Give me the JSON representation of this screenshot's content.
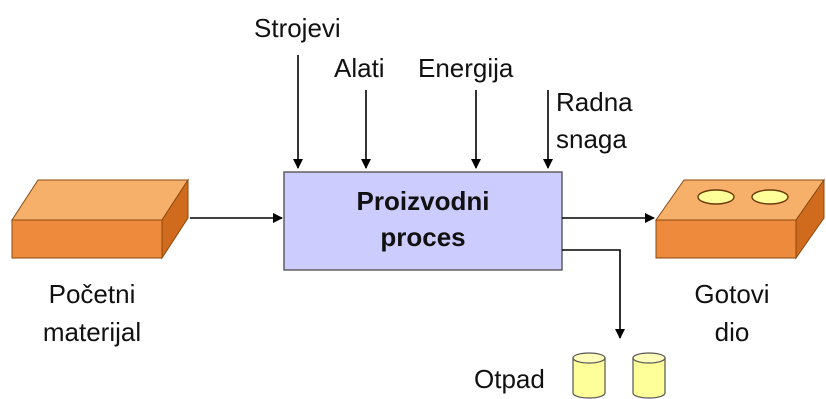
{
  "inputs": {
    "machines": "Strojevi",
    "tools": "Alati",
    "energy": "Energija",
    "labor_line1": "Radna",
    "labor_line2": "snaga"
  },
  "process": {
    "line1": "Proizvodni",
    "line2": "proces"
  },
  "raw_material": {
    "line1": "Početni",
    "line2": "materijal"
  },
  "finished_part": {
    "line1": "Gotovi",
    "line2": "dio"
  },
  "waste": "Otpad",
  "colors": {
    "process_fill": "#ccccff",
    "block_front": "#ee8a3c",
    "block_top": "#f7b06a",
    "block_side": "#d06a1c",
    "hole_fill": "#ffff99",
    "bin_fill": "#ffff99",
    "line": "#000000"
  }
}
